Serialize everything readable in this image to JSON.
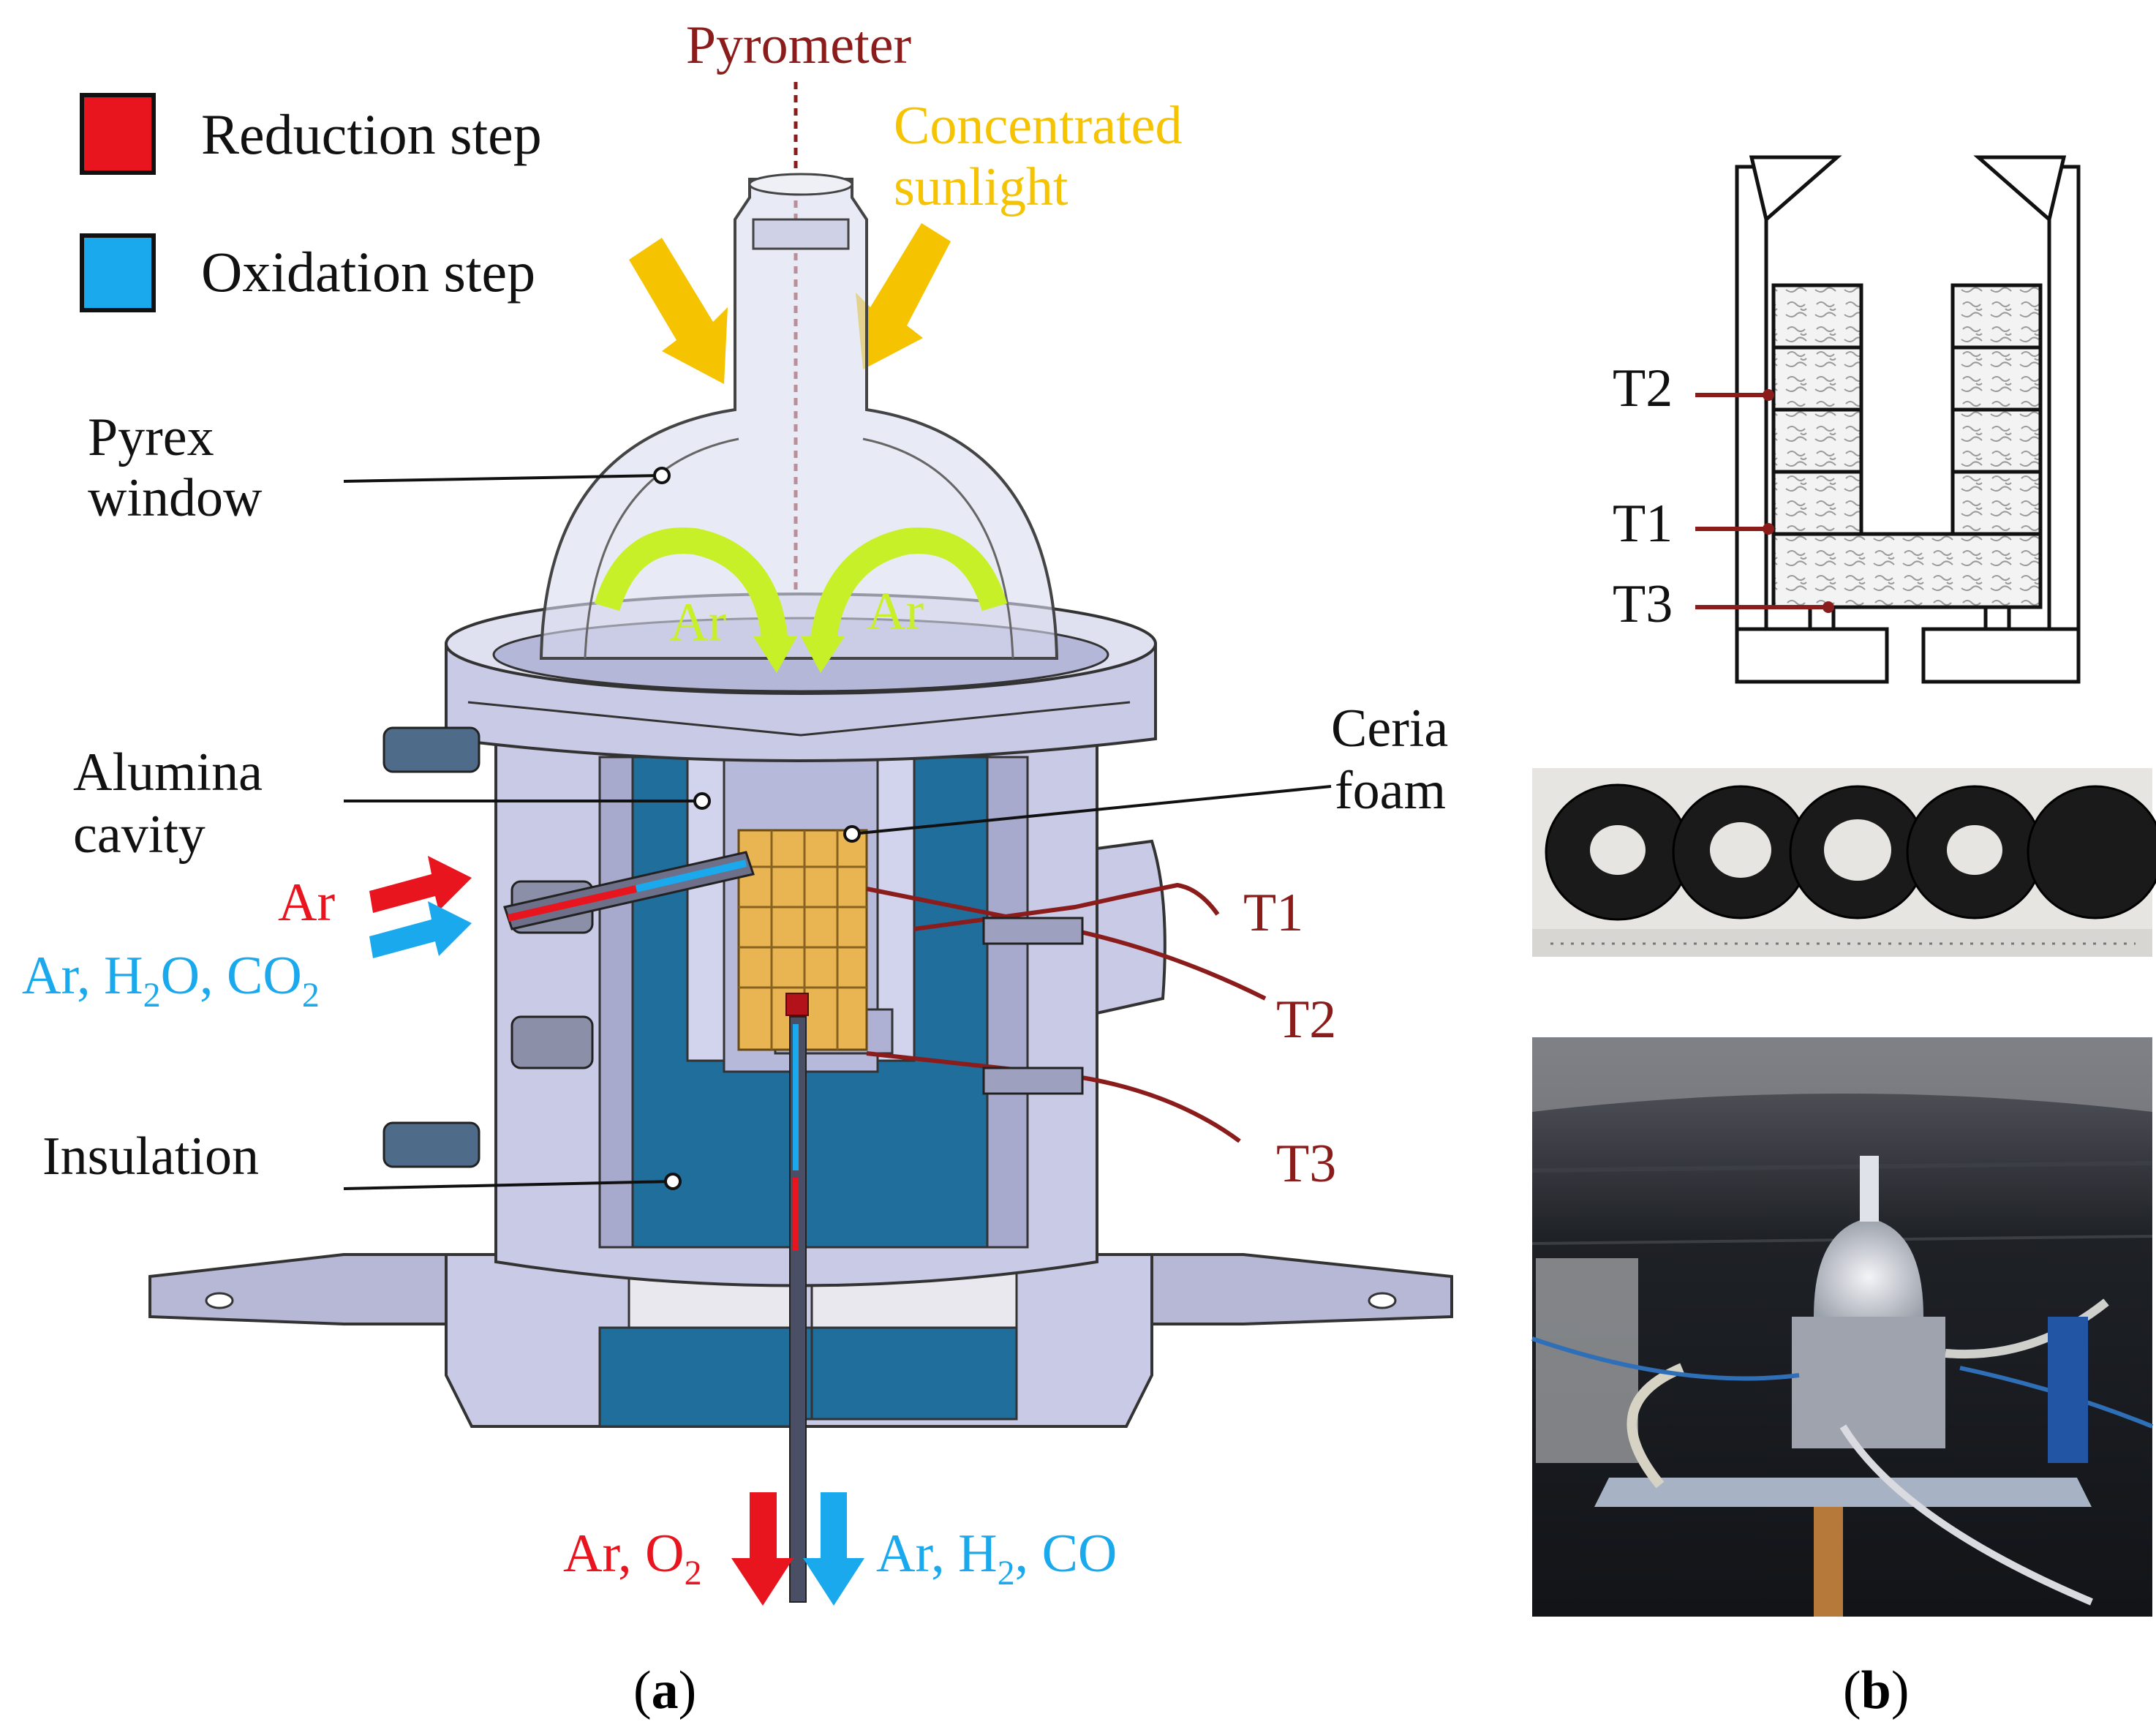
{
  "panel_a": {
    "legend": [
      {
        "label": "Reduction step",
        "color": "#e8141e"
      },
      {
        "label": "Oxidation step",
        "color": "#19a9ec"
      }
    ],
    "labels": {
      "pyrometer": "Pyrometer",
      "sunlight_line1": "Concentrated",
      "sunlight_line2": "sunlight",
      "pyrex_line1": "Pyrex",
      "pyrex_line2": "window",
      "alumina_line1": "Alumina",
      "alumina_line2": "cavity",
      "ceria_line1": "Ceria",
      "ceria_line2": "foam",
      "insulation": "Insulation",
      "ar_left": "Ar",
      "ar_right": "Ar",
      "inlet_red": "Ar",
      "inlet_blue_ar": "Ar, H",
      "inlet_blue_h2o_sub": "2",
      "inlet_blue_o": "O, CO",
      "inlet_blue_co2_sub": "2",
      "t1": "T1",
      "t2": "T2",
      "t3": "T3",
      "outlet_red_ar": "Ar, O",
      "outlet_red_sub": "2",
      "outlet_blue_ar": "Ar, H",
      "outlet_blue_sub": "2",
      "outlet_blue_co": ", CO"
    },
    "caption_open": "(",
    "caption_letter": "a",
    "caption_close": ")"
  },
  "panel_b": {
    "labels": {
      "t2": "T2",
      "t1": "T1",
      "t3": "T3"
    },
    "caption_open": "(",
    "caption_letter": "b",
    "caption_close": ")"
  },
  "colors": {
    "reduction_red": "#e8141e",
    "oxidation_blue": "#19a9ec",
    "sunlight_yellow": "#f5c300",
    "pyrometer_dark_red": "#8b1c1c",
    "argon_green": "#c8f028",
    "insulation_blue": "#1f6e9c",
    "housing_lavender": "#c9cae6",
    "foam_gold": "#e8b552"
  }
}
